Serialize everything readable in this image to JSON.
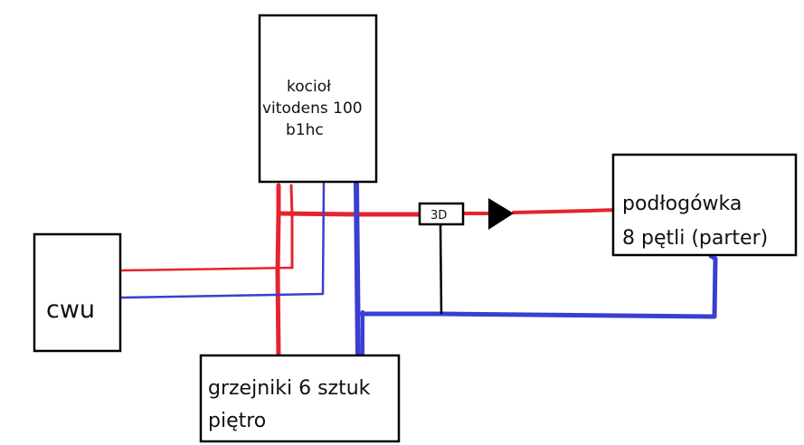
{
  "boxes": {
    "boiler": {
      "lines": [
        "kocioł",
        "vitodens 100",
        "b1hc"
      ]
    },
    "dhw": {
      "label": "cwu"
    },
    "radiators": {
      "lines": [
        "grzejniki 6 sztuk",
        "piętro"
      ]
    },
    "underfloor": {
      "lines": [
        "podłogówka",
        "8 pętli (parter)"
      ]
    },
    "valve": {
      "label": "3D"
    }
  },
  "colors": {
    "supply": "#e5242e",
    "return": "#3a3fcf",
    "outline": "#000000",
    "background": "#ffffff"
  },
  "icons": {
    "pump": "black-triangle-right"
  }
}
